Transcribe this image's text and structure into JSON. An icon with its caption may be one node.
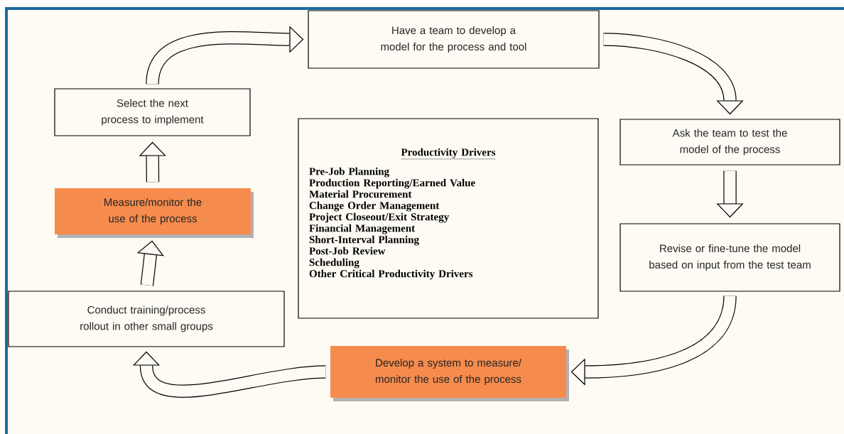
{
  "diagram": {
    "nodes": [
      {
        "text": [
          "Have a team to develop a model for the process and tool"
        ]
      },
      {
        "text": [
          "Ask the team to test the model of the process"
        ]
      },
      {
        "text": [
          "Revise or fine-tune the model based on input from the test team"
        ]
      },
      {
        "text": [
          "Develop a system to measure/ monitor the use of the process"
        ]
      },
      {
        "text": [
          "Conduct training/process rollout in other small groups"
        ]
      },
      {
        "text": [
          "Measure/monitor the use of the process"
        ]
      },
      {
        "text": [
          "Select the next process to implement"
        ]
      },
      {
        "text": [
          "Productivity Drivers",
          "Pre-Job Planning",
          "Production Reporting/Earned Value",
          "Material Procurement",
          "Change Order Management",
          "Project Closeout/Exit Strategy",
          "Financial Management",
          "Short-Interval Planning",
          "Post-Job Review",
          "Scheduling",
          "Other Critical Productivity Drivers"
        ]
      }
    ],
    "edges": [
      {
        "from": 6,
        "to": 0,
        "arrow": "to"
      },
      {
        "from": 0,
        "to": 1,
        "arrow": "to"
      },
      {
        "from": 1,
        "to": 2,
        "arrow": "to"
      },
      {
        "from": 2,
        "to": 3,
        "arrow": "to"
      },
      {
        "from": 3,
        "to": 4,
        "arrow": "to"
      },
      {
        "from": 4,
        "to": 5,
        "arrow": "to"
      },
      {
        "from": 5,
        "to": 6,
        "arrow": "to"
      }
    ]
  }
}
